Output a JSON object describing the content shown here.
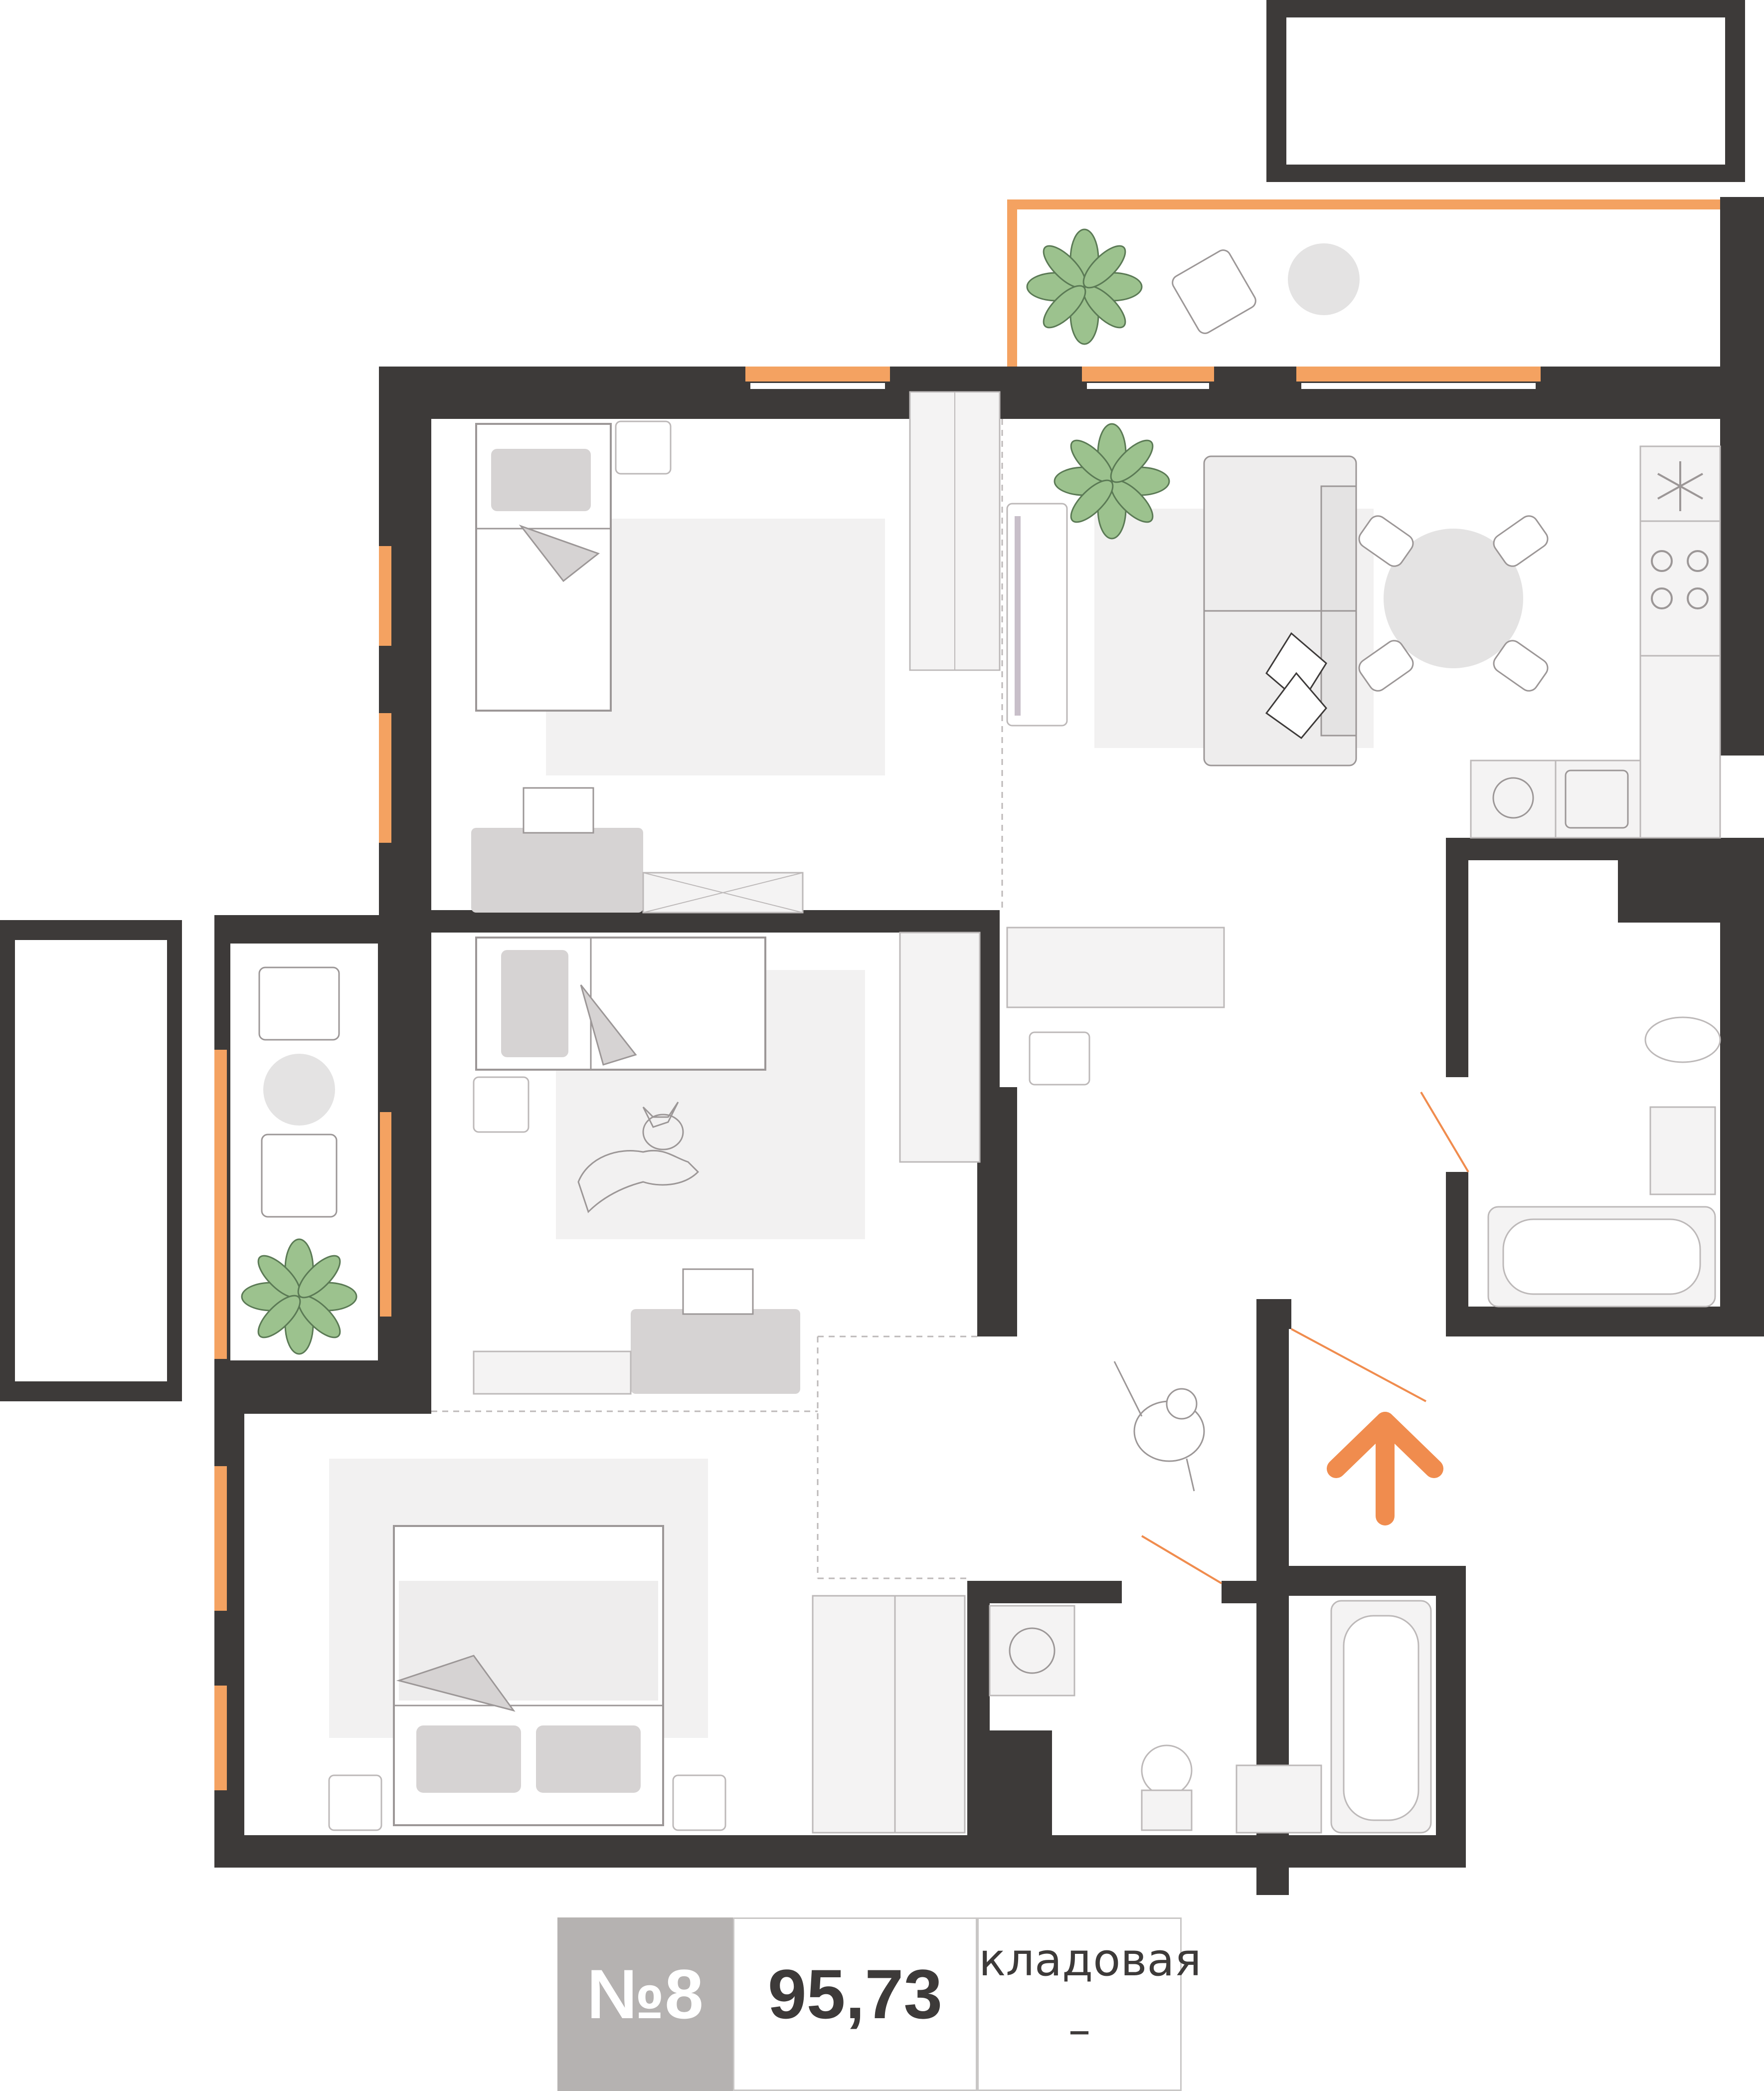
{
  "apartment": {
    "number": "№8",
    "area": "95,73",
    "storage_label": "кладовая",
    "storage_value": "–"
  },
  "colors": {
    "wall": "#3d3a39",
    "window": "#f4a261",
    "furniture_dark": "#d6d3d3",
    "furniture_light": "#eeeded",
    "plant": "#9cc28e",
    "accent_arrow": "#f08c4e"
  },
  "icons": [
    "plant-icon",
    "entrance-arrow-icon",
    "person-icon",
    "dog-icon",
    "snowflake-icon"
  ]
}
